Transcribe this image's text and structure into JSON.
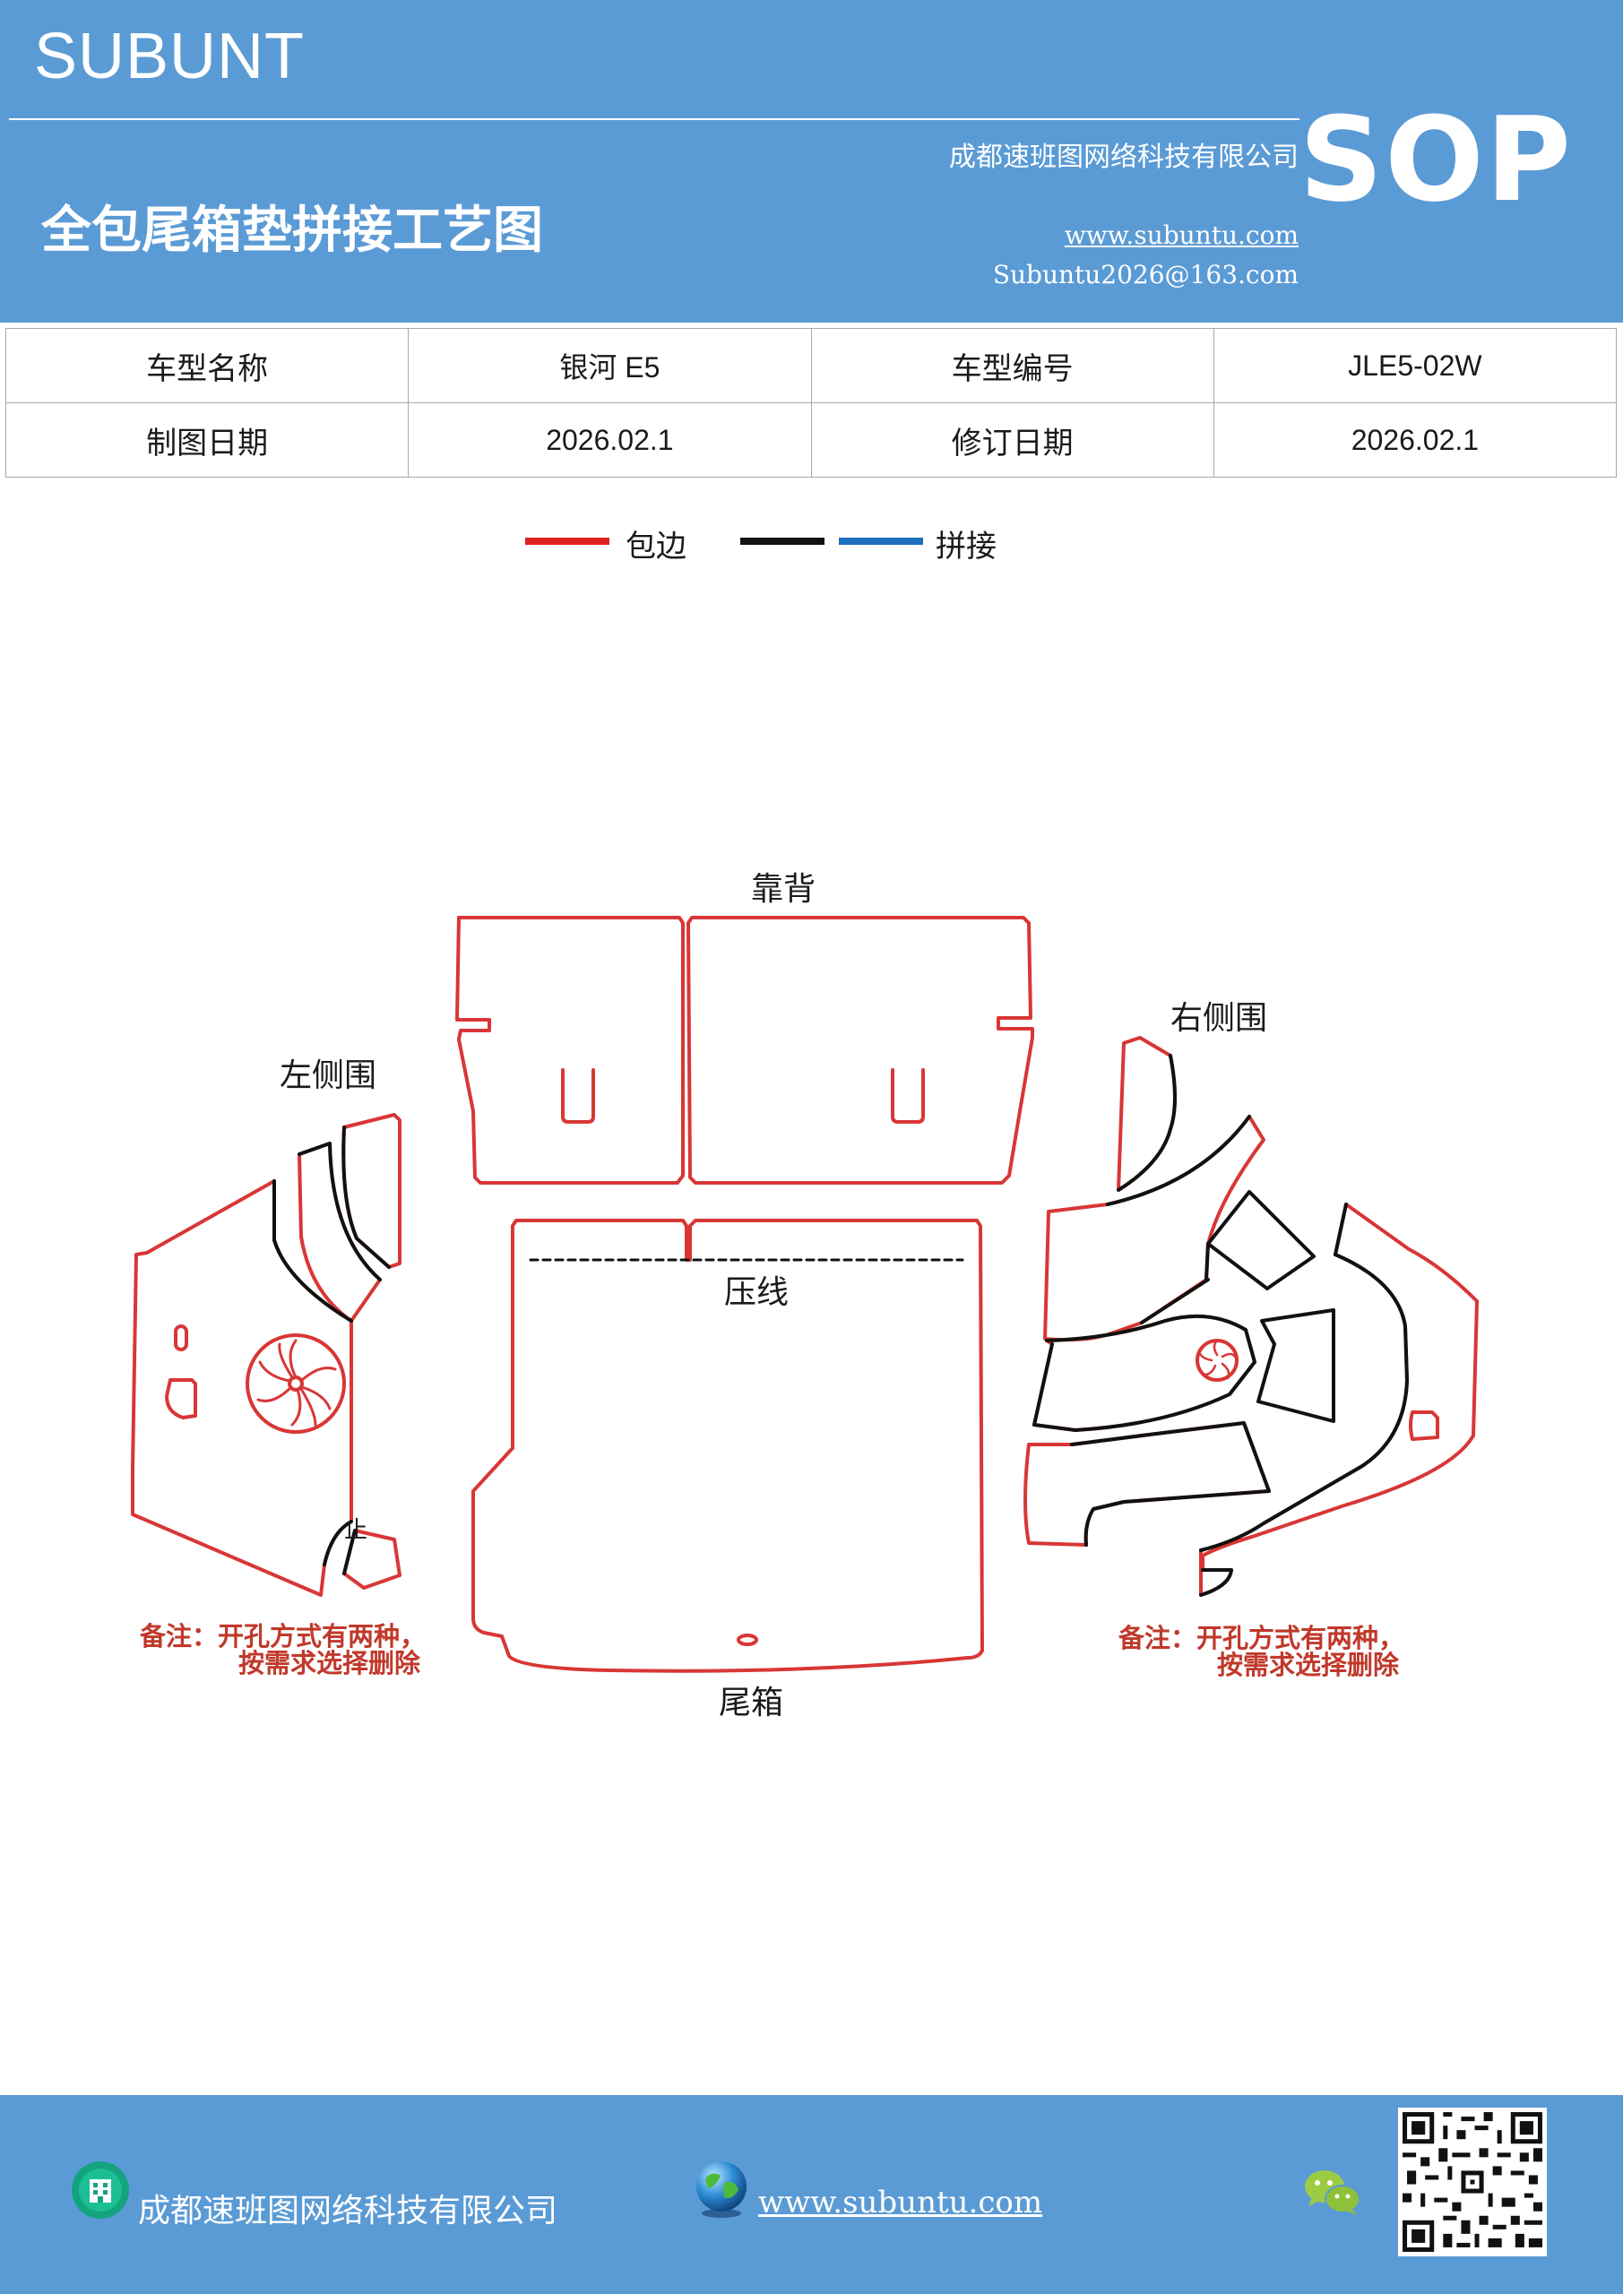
{
  "header": {
    "brand": "SUBUNT",
    "company": "成都速班图网络科技有限公司",
    "title": "全包尾箱垫拼接工艺图",
    "website": "www.subuntu.com",
    "email": "Subuntu2026@163.com",
    "sop": "SOP"
  },
  "info_table": {
    "rows": [
      [
        "车型名称",
        "银河 E5",
        "车型编号",
        "JLE5-02W"
      ],
      [
        "制图日期",
        "2026.02.1",
        "修订日期",
        "2026.02.1"
      ]
    ]
  },
  "legend": {
    "items": [
      {
        "color": "#e0201f",
        "label": "包边"
      },
      {
        "color": "#111111",
        "label": ""
      },
      {
        "color": "#1f6fc0",
        "label": "拼接"
      }
    ]
  },
  "diagram": {
    "labels": {
      "backrest": "靠背",
      "left_side": "左侧围",
      "right_side": "右侧围",
      "press_line": "压线",
      "trunk": "尾箱",
      "stop_mark": "止"
    },
    "notes": {
      "left_line1": "备注：开孔方式有两种，",
      "left_line2": "按需求选择删除",
      "right_line1": "备注：开孔方式有两种，",
      "right_line2": "按需求选择删除"
    },
    "colors": {
      "edge": "#d93636",
      "seam": "#111111"
    }
  },
  "footer": {
    "company": "成都速班图网络科技有限公司",
    "website": "www.subuntu.com",
    "icons": [
      "building-icon",
      "globe-icon",
      "wechat-icon",
      "qr-code"
    ]
  }
}
